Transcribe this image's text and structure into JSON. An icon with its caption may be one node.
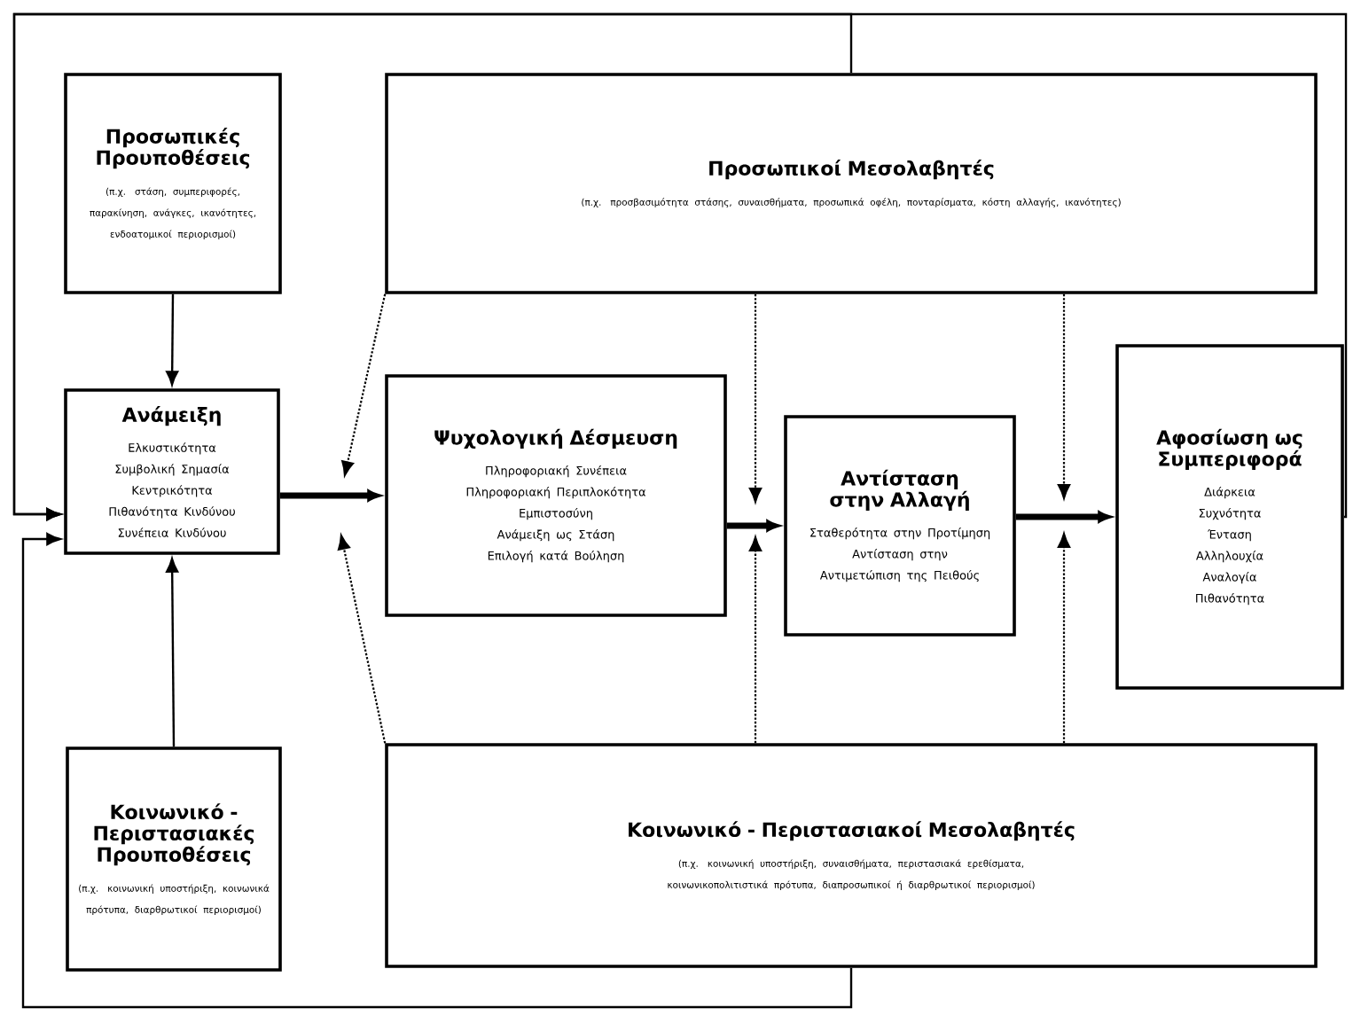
{
  "diagram": {
    "nodes": [
      {
        "text": [
          "Προσωπικές Προυποθέσεις",
          "(π.χ. στάση, συμπεριφορές, παρακίνηση, ανάγκες, ικανότητες, ενδοατομικοί περιορισμοί)"
        ]
      },
      {
        "text": [
          "Ανάμειξη",
          "Ελκυστικότητα",
          "Συμβολική Σημασία",
          "Κεντρικότητα",
          "Πιθανότητα Κινδύνου",
          "Συνέπεια Κινδύνου"
        ]
      },
      {
        "text": [
          "Κοινωνικό - Περιστασιακές Προυποθέσεις",
          "(π.χ. κοινωνική υποστήριξη, κοινωνικά πρότυπα, διαρθρωτικοί περιορισμοί)"
        ]
      },
      {
        "text": [
          "Προσωπικοί Μεσολαβητές",
          "(π.χ. προσβασιμότητα στάσης, συναισθήματα, προσωπικά οφέλη, πονταρίσματα, κόστη αλλαγής, ικανότητες)"
        ]
      },
      {
        "text": [
          "Ψυχολογική Δέσμευση",
          "Πληροφοριακή Συνέπεια",
          "Πληροφοριακή Περιπλοκότητα",
          "Εμπιστοσύνη",
          "Ανάμειξη ως Στάση",
          "Επιλογή κατά Βούληση"
        ]
      },
      {
        "text": [
          "Αντίσταση στην Αλλαγή",
          "Σταθερότητα στην Προτίμηση",
          "Αντίσταση στην Αντιμετώπιση της Πειθούς"
        ]
      },
      {
        "text": [
          "Αφοσίωση ως Συμπεριφορά",
          "Διάρκεια",
          "Συχνότητα",
          "Ένταση",
          "Αλληλουχία",
          "Αναλογία",
          "Πιθανότητα"
        ]
      },
      {
        "text": [
          "Κοινωνικό - Περιστασιακοί Μεσολαβητές",
          "(π.χ. κοινωνική υποστήριξη, συναισθήματα, περιστασιακά ερεθίσματα, κοινωνικοπολιτιστικά πρότυπα, διαπροσωπικοί ή διαρθρωτικοί περιορισμοί)"
        ]
      }
    ],
    "edges": [
      {
        "from": 0,
        "to": 1,
        "arrow": "to"
      },
      {
        "from": 2,
        "to": 1,
        "arrow": "to"
      },
      {
        "from": 1,
        "to": 4,
        "arrow": "to",
        "style": "thick"
      },
      {
        "from": 4,
        "to": 5,
        "arrow": "to",
        "style": "thick"
      },
      {
        "from": 5,
        "to": 6,
        "arrow": "to",
        "style": "thick"
      },
      {
        "from": 3,
        "to": null,
        "arrow": "to",
        "style": "dashed"
      },
      {
        "from": 7,
        "to": null,
        "arrow": "to",
        "style": "dashed"
      },
      {
        "from": 3,
        "to": null,
        "arrow": "to",
        "style": "dashed"
      },
      {
        "from": 7,
        "to": null,
        "arrow": "to",
        "style": "dashed"
      },
      {
        "from": 3,
        "to": null,
        "arrow": "to",
        "style": "dashed"
      },
      {
        "from": 7,
        "to": null,
        "arrow": "to",
        "style": "dashed"
      },
      {
        "from": 3,
        "to": 1,
        "arrow": "to"
      },
      {
        "from": 7,
        "to": 1,
        "arrow": "to"
      },
      {
        "from": 6,
        "to": 1,
        "arrow": "to"
      }
    ]
  }
}
